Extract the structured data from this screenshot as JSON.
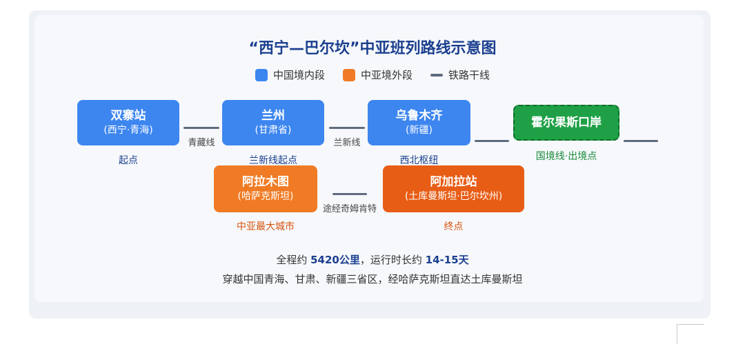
{
  "title": "“西宁—巴尔坎”中亚班列路线示意图",
  "legend": [
    {
      "label": "中国境内段",
      "color": "#3d86f0"
    },
    {
      "label": "中亚境外段",
      "color": "#f07b24"
    },
    {
      "label": "铁路干线",
      "color": "#5e6b7d"
    }
  ],
  "nodes": {
    "shuangzhai": {
      "name": "双寨站",
      "sub": "(西宁·青海)",
      "caption": "起点"
    },
    "lanzhou": {
      "name": "兰州",
      "sub": "(甘肃省)",
      "caption": "兰新线起点"
    },
    "urumqi": {
      "name": "乌鲁木齐",
      "sub": "(新疆)",
      "caption": "西北枢纽"
    },
    "horgos": {
      "name": "霍尔果斯口岸",
      "caption": "国境线·出境点"
    },
    "almaty": {
      "name": "阿拉木图",
      "sub": "(哈萨克斯坦)",
      "caption": "中亚最大城市"
    },
    "akdala": {
      "name": "阿加拉站",
      "sub": "(土库曼斯坦·巴尔坎州)",
      "caption": "终点"
    }
  },
  "connectors": {
    "c1": "青藏线",
    "c2": "兰新线",
    "c3": "途经奇姆肯特"
  },
  "summary": {
    "prefix": "全程约 ",
    "distance": "5420公里",
    "middle": "，运行时长约 ",
    "duration": "14-15天",
    "line2": "穿越中国青海、甘肃、新疆三省区，经哈萨克斯坦直达土库曼斯坦"
  }
}
